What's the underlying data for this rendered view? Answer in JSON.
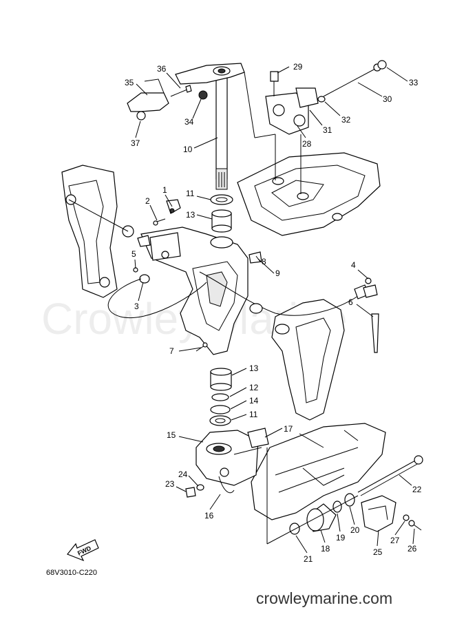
{
  "diagram": {
    "code": "68V3010-C220",
    "direction_label": "FWD",
    "watermark": "Crowley Marine",
    "site": "crowleymarine.com",
    "callouts": [
      "1",
      "2",
      "3",
      "4",
      "5",
      "6",
      "7",
      "8",
      "9",
      "10",
      "11",
      "11",
      "12",
      "13",
      "13",
      "14",
      "15",
      "16",
      "17",
      "18",
      "19",
      "20",
      "21",
      "22",
      "23",
      "24",
      "25",
      "26",
      "27",
      "28",
      "29",
      "30",
      "31",
      "32",
      "33",
      "34",
      "35",
      "36",
      "37"
    ]
  }
}
